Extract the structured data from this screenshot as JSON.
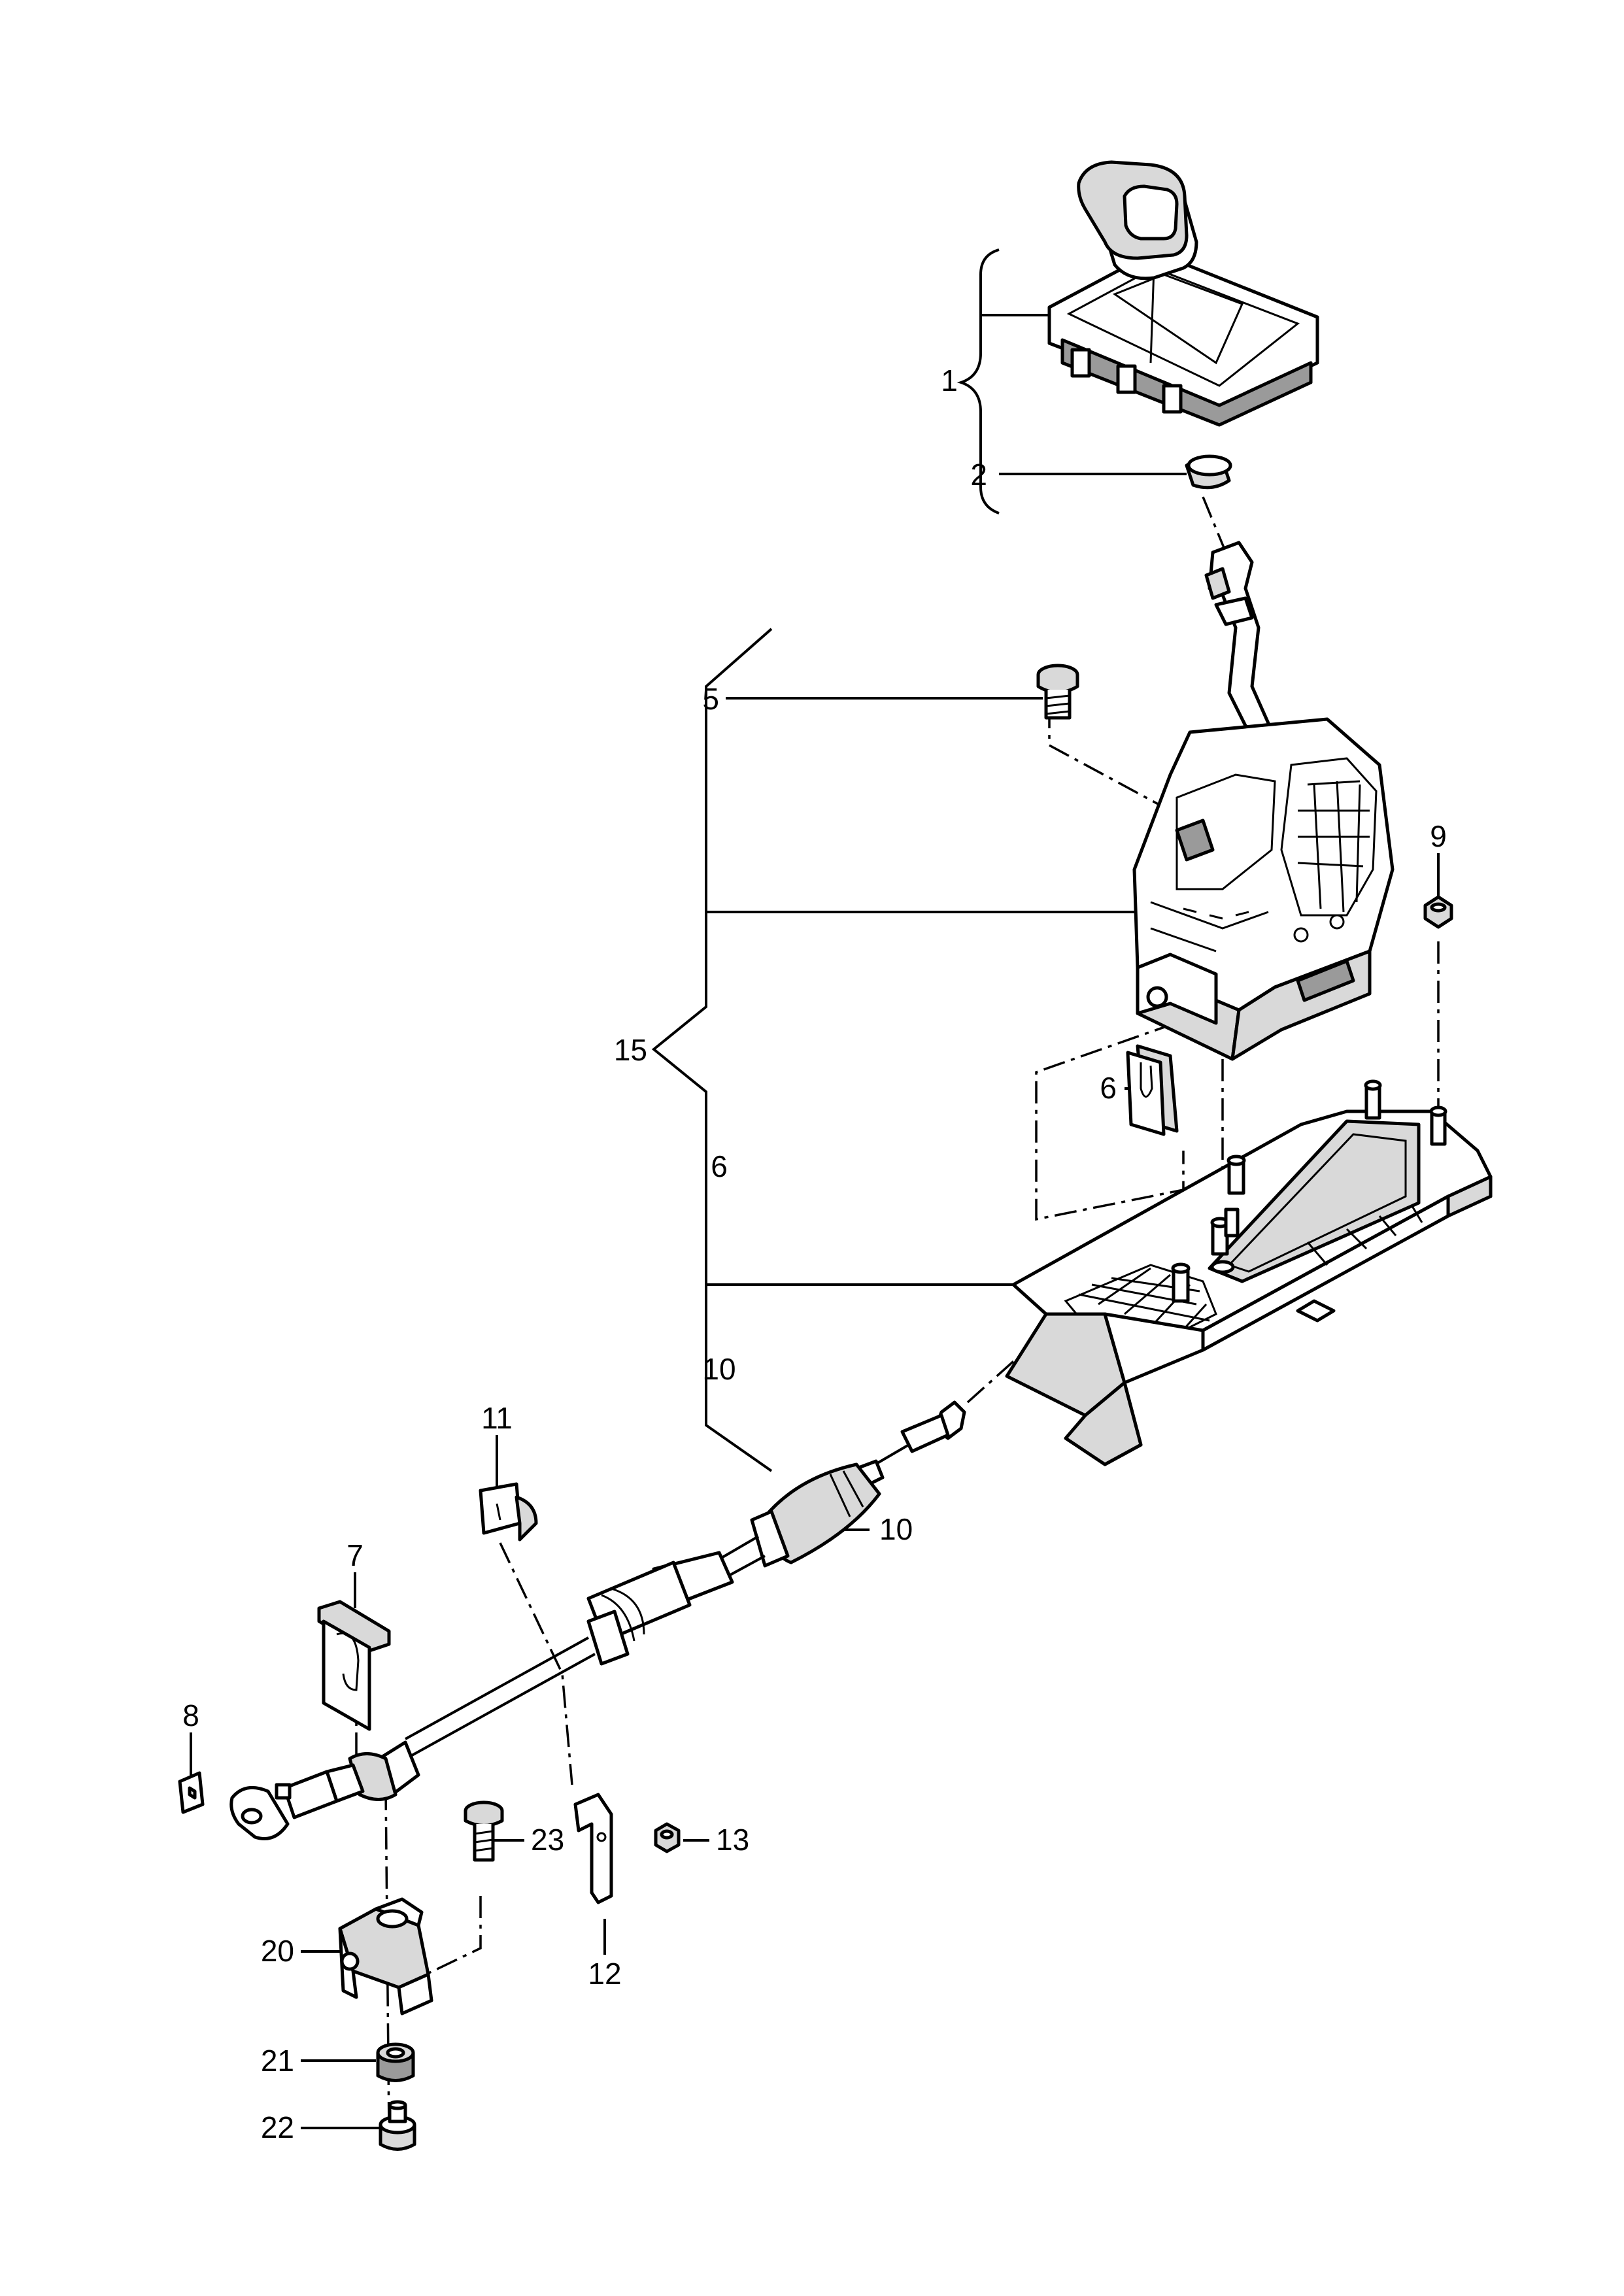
{
  "colors": {
    "ink": "#000000",
    "background": "#ffffff",
    "shade": "#d9d9d9",
    "dark": "#9a9a9a"
  },
  "callouts": {
    "c1": "1",
    "c2": "2",
    "c5": "5",
    "c6": "6",
    "c6b": "6",
    "c7": "7",
    "c8": "8",
    "c9": "9",
    "c10": "10",
    "c10b": "10",
    "c11": "11",
    "c12": "12",
    "c13": "13",
    "c15": "15",
    "c20": "20",
    "c21": "21",
    "c22": "22",
    "c23": "23"
  }
}
